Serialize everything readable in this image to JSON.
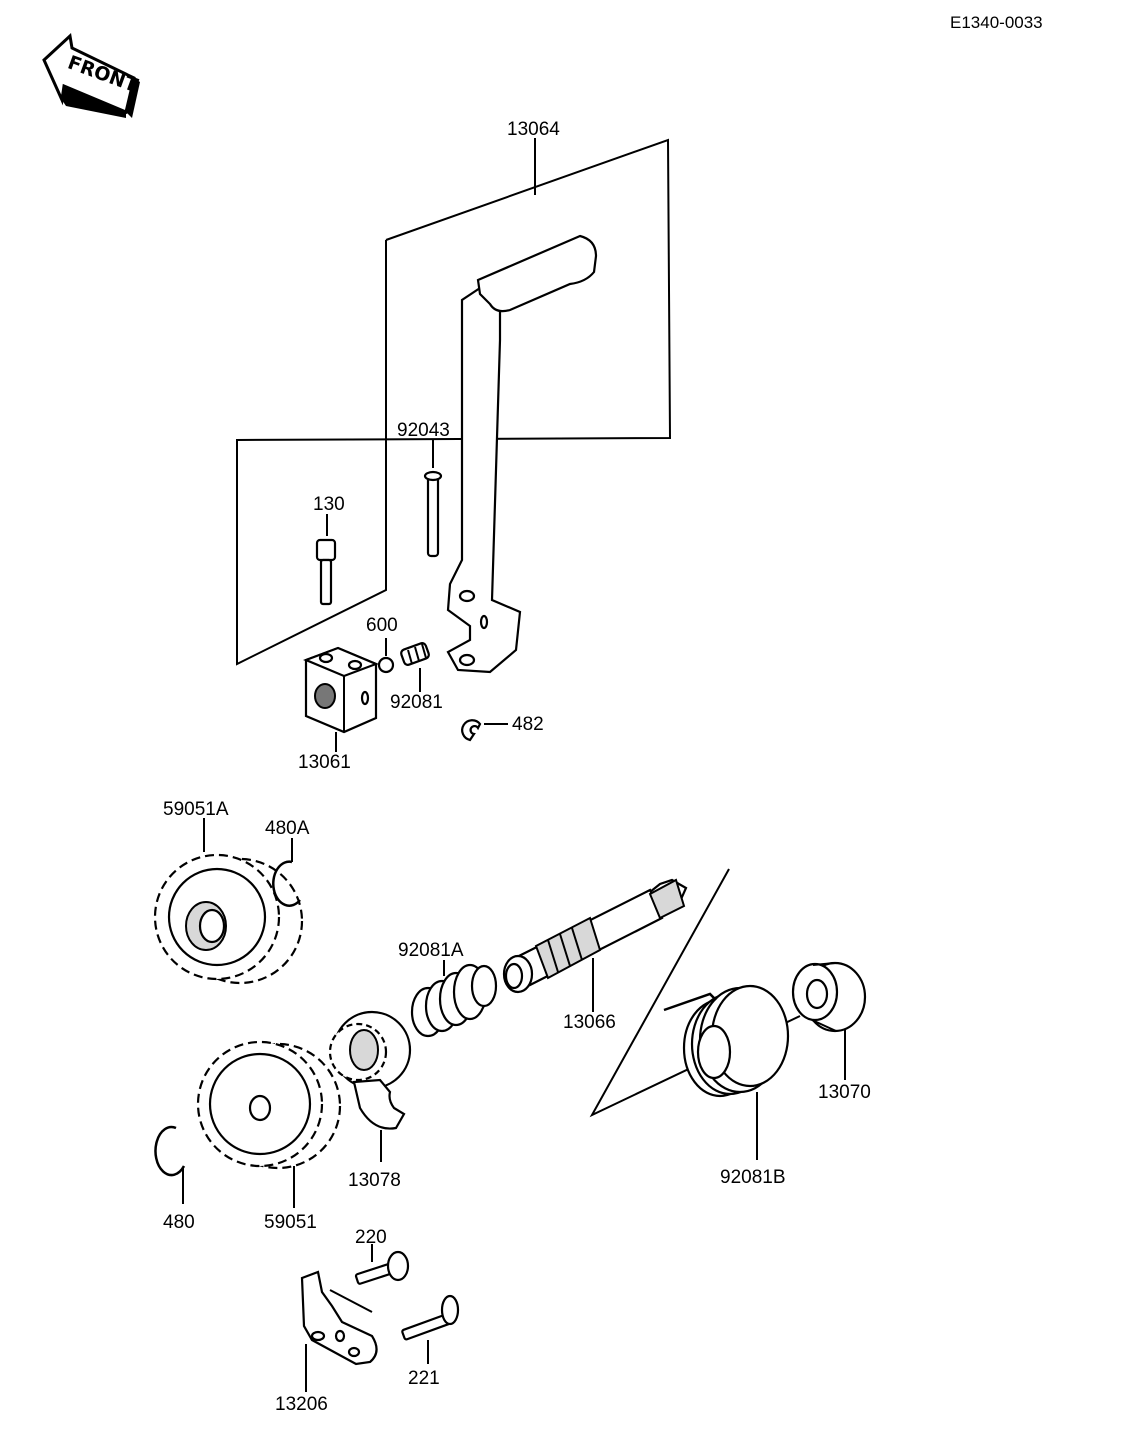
{
  "document": {
    "code": "E1340-0033",
    "front_badge": "FRONT"
  },
  "labels": {
    "kick_pedal": "13064",
    "pin": "92043",
    "bolt": "130",
    "ball": "600",
    "spring": "92081",
    "clip": "482",
    "boss": "13061",
    "gear_a": "59051A",
    "circlip_a": "480A",
    "spring_a": "92081A",
    "kick_shaft": "13066",
    "collar": "13070",
    "ratchet": "13078",
    "return_spring": "92081B",
    "circlip": "480",
    "gear": "59051",
    "bolt_220": "220",
    "screw_221": "221",
    "guide": "13206"
  }
}
